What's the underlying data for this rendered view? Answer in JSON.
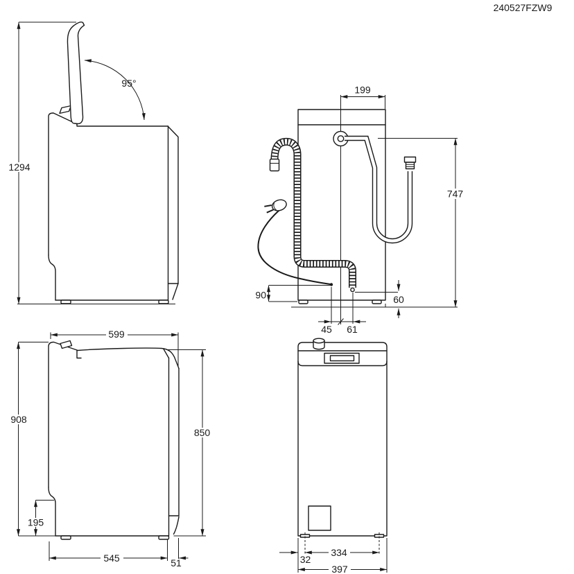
{
  "page": {
    "background": "#ffffff",
    "line_color": "#1a1a1a"
  },
  "document_code": "240527FZW9",
  "views": {
    "side_open": {
      "labels": {
        "total_height": "1294",
        "lid_angle": "95°"
      }
    },
    "back": {
      "labels": {
        "inlet_offset": "199",
        "inlet_hose_drop": "747",
        "cord_exit_height": "90",
        "drain_outlet_height": "60",
        "cord_offset": "45",
        "drain_offset": "61"
      }
    },
    "side_closed": {
      "labels": {
        "top_depth": "599",
        "rear_height": "908",
        "front_height": "850",
        "plinth_height": "195",
        "base_depth": "545",
        "front_overhang": "51"
      }
    },
    "front": {
      "labels": {
        "foot_edge_offset": "32",
        "foot_spacing": "334",
        "total_width": "397"
      }
    }
  }
}
